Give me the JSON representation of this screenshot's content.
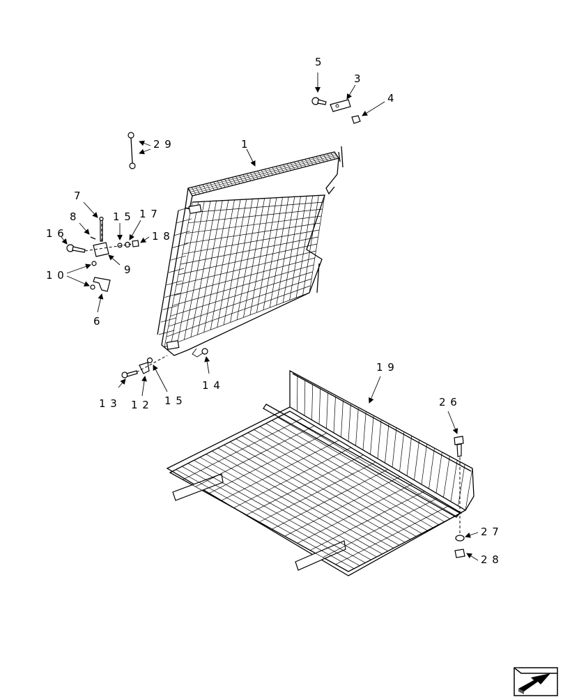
{
  "callouts": [
    {
      "id": "c5",
      "text": "5"
    },
    {
      "id": "c3",
      "text": "3"
    },
    {
      "id": "c4",
      "text": "4"
    },
    {
      "id": "c29",
      "text": "2 9"
    },
    {
      "id": "c1",
      "text": "1"
    },
    {
      "id": "c7",
      "text": "7"
    },
    {
      "id": "c8",
      "text": "8"
    },
    {
      "id": "c15a",
      "text": "1 5"
    },
    {
      "id": "c17",
      "text": "1 7"
    },
    {
      "id": "c16",
      "text": "1 6"
    },
    {
      "id": "c18",
      "text": "1 8"
    },
    {
      "id": "c9",
      "text": "9"
    },
    {
      "id": "c10",
      "text": "1 0"
    },
    {
      "id": "c6",
      "text": "6"
    },
    {
      "id": "c14",
      "text": "1 4"
    },
    {
      "id": "c13",
      "text": "1 3"
    },
    {
      "id": "c12",
      "text": "1 2"
    },
    {
      "id": "c15b",
      "text": "1 5"
    },
    {
      "id": "c19",
      "text": "1 9"
    },
    {
      "id": "c26",
      "text": "2 6"
    },
    {
      "id": "c27",
      "text": "2 7"
    },
    {
      "id": "c28",
      "text": "2 8"
    }
  ],
  "icons": {
    "nav": "next-page-arrow-icon"
  }
}
